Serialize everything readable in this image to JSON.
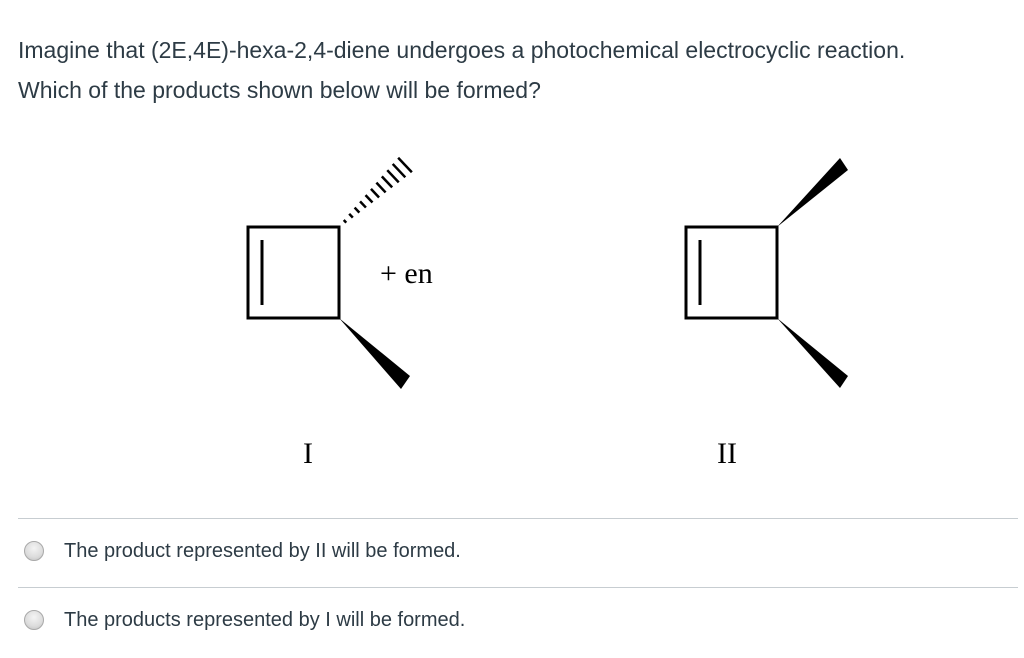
{
  "question": {
    "line1": "Imagine that (2E,4E)-hexa-2,4-diene undergoes a photochemical electrocyclic reaction.",
    "line2": "Which of the products shown below will be formed?"
  },
  "figure": {
    "plus_en_label": "+ en",
    "label_I": "I",
    "label_II": "II"
  },
  "answers": [
    {
      "text": "The product represented by II will be formed."
    },
    {
      "text": "The products represented by I will be formed."
    }
  ]
}
